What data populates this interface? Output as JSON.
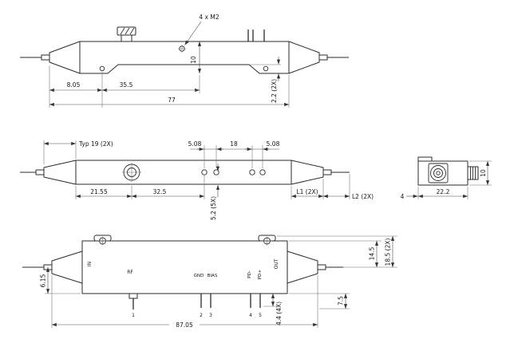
{
  "views": {
    "side_top": {
      "callout_m2": "4 x M2",
      "dims": {
        "d805": "8.05",
        "d355": "35.5",
        "d77": "77",
        "d10": "10",
        "d22": "2.2 (2X)"
      }
    },
    "plan": {
      "dims": {
        "typ19": "Typ 19 (2X)",
        "d508a": "5.08",
        "d18": "18",
        "d508b": "5.08",
        "d2155": "21.55",
        "d325": "32.5",
        "d52": "5.2 (5X)",
        "l1": "L1 (2X)",
        "l2": "L2 (2X)"
      }
    },
    "end": {
      "dims": {
        "d10": "10",
        "d4": "4",
        "d222": "22.2"
      }
    },
    "side_bottom": {
      "labels": {
        "in": "IN",
        "rf": "RF",
        "gnd": "GND",
        "bias": "BIAS",
        "pdm": "PD-",
        "pdp": "PD+",
        "out": "OUT"
      },
      "pins": {
        "p1": "1",
        "p2": "2",
        "p3": "3",
        "p4": "4",
        "p5": "5"
      },
      "dims": {
        "d615": "6.15",
        "d8705": "87.05",
        "d145": "14.5",
        "d185": "18.5 (2X)",
        "d75": "7.5",
        "d44": "4.4 (4X)"
      }
    }
  }
}
